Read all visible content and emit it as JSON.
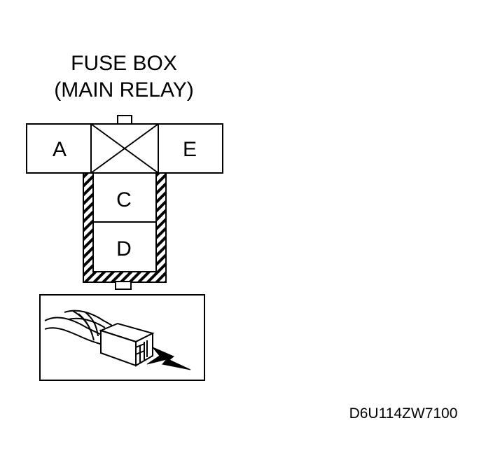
{
  "title": {
    "line1": "FUSE BOX",
    "line2": "(MAIN RELAY)"
  },
  "terminals": {
    "a": "A",
    "c": "C",
    "d": "D",
    "e": "E"
  },
  "figure_code": "D6U114ZW7100",
  "colors": {
    "ink": "#000000",
    "paper": "#ffffff"
  }
}
